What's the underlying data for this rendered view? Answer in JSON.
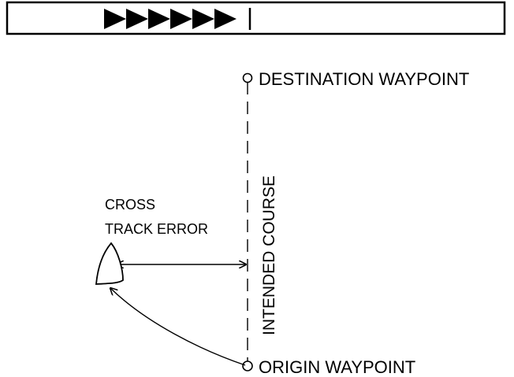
{
  "indicator": {
    "arrow_count": 6,
    "arrow_icon": "filled-right-triangle"
  },
  "labels": {
    "destination": "DESTINATION WAYPOINT",
    "origin": "ORIGIN WAYPOINT",
    "cross_track_line1": "CROSS",
    "cross_track_line2": "TRACK ERROR",
    "intended_course": "INTENDED COURSE"
  },
  "colors": {
    "ink": "#000000",
    "background": "#ffffff"
  }
}
